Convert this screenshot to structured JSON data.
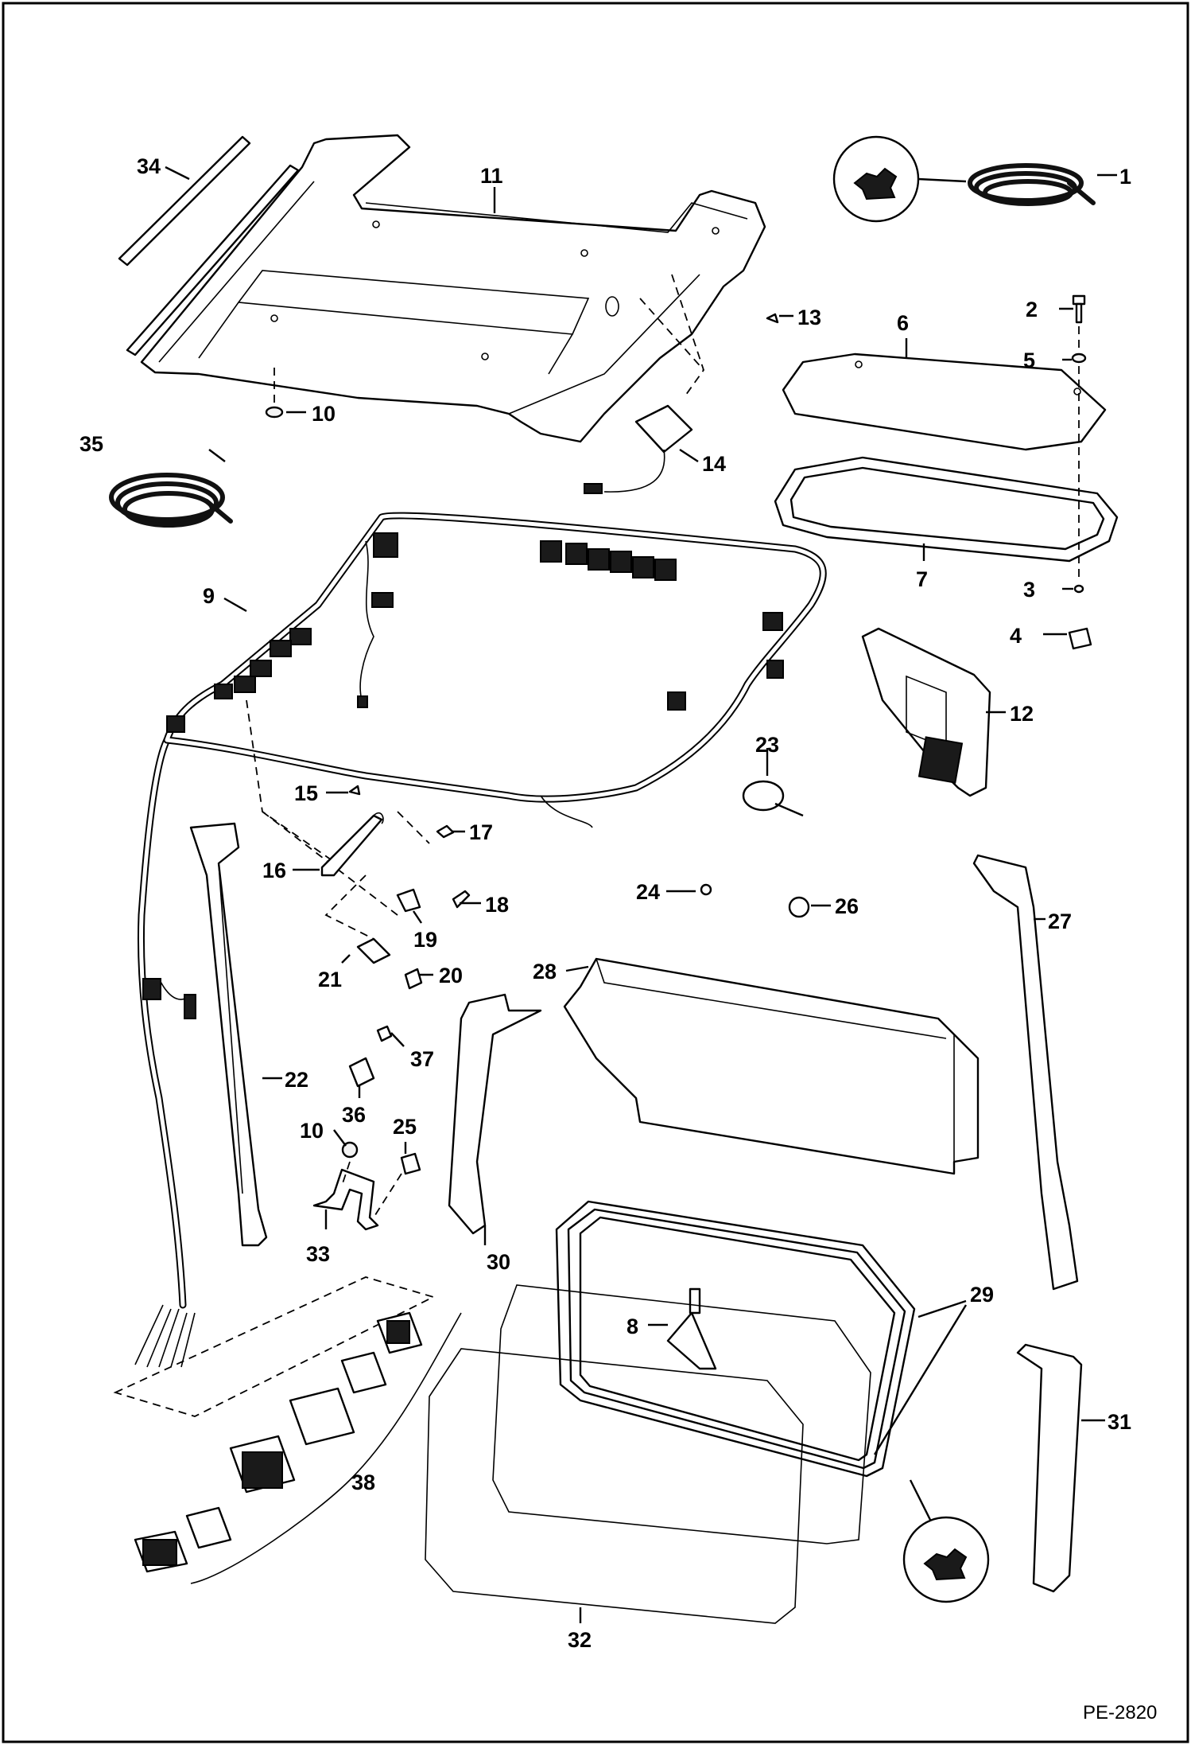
{
  "figure": {
    "reference": "PE-2820"
  },
  "callouts": {
    "c1": "1",
    "c2": "2",
    "c3": "3",
    "c4": "4",
    "c5": "5",
    "c6": "6",
    "c7": "7",
    "c8": "8",
    "c9": "9",
    "c10a": "10",
    "c10b": "10",
    "c11": "11",
    "c12": "12",
    "c13": "13",
    "c14": "14",
    "c15": "15",
    "c16": "16",
    "c17": "17",
    "c18": "18",
    "c19": "19",
    "c20": "20",
    "c21": "21",
    "c22": "22",
    "c23": "23",
    "c24": "24",
    "c25": "25",
    "c26": "26",
    "c27": "27",
    "c28": "28",
    "c29": "29",
    "c30": "30",
    "c31": "31",
    "c32": "32",
    "c33": "33",
    "c34": "34",
    "c35": "35",
    "c36": "36",
    "c37": "37",
    "c38": "38"
  }
}
